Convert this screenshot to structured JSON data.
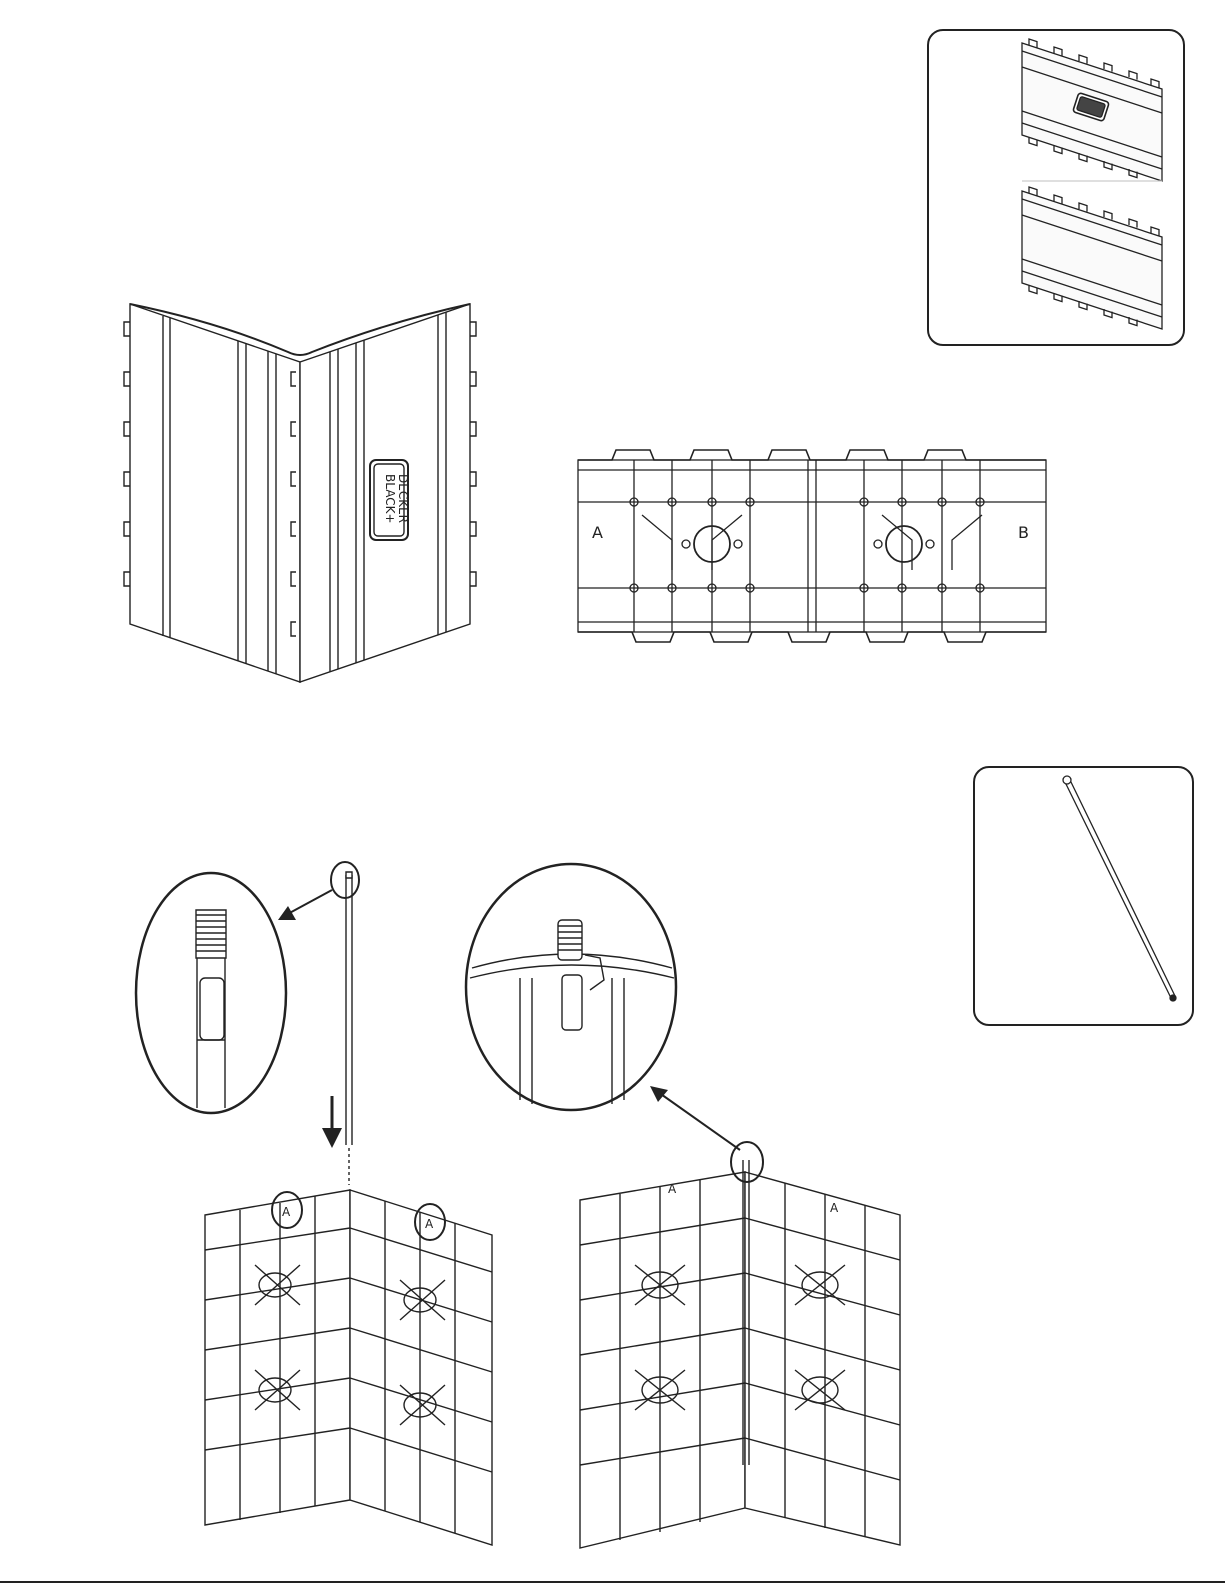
{
  "panel_labels": {
    "side_a": "A",
    "side_b": "B"
  },
  "brand_logo": {
    "line1": "BLACK+",
    "line2": "DECKER"
  },
  "detail_markers": {
    "letter": "A"
  },
  "colors": {
    "line": "#222222",
    "background": "#ffffff"
  },
  "icons": [
    "arrow-icon",
    "magnifier-circle-icon"
  ]
}
